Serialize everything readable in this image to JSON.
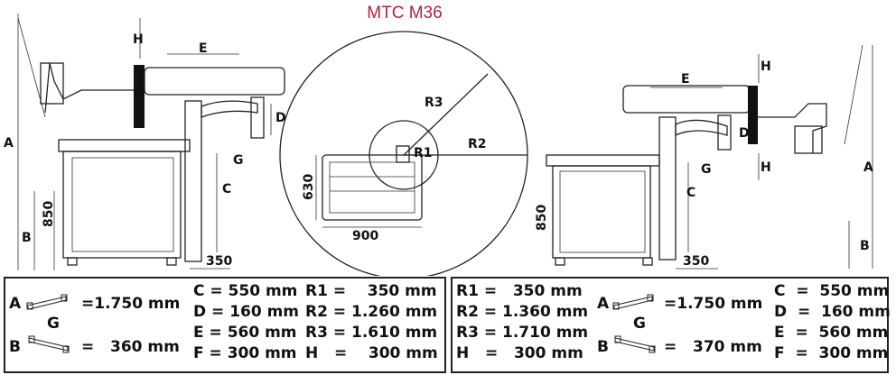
{
  "title": "MTC M36",
  "left_view": {
    "A": "A",
    "B": "B",
    "C": "C",
    "D": "D",
    "E": "E",
    "G": "G",
    "H": "H",
    "height": "850",
    "offset": "350"
  },
  "top_view": {
    "R1": "R1",
    "R2": "R2",
    "R3": "R3",
    "depth": "630",
    "width": "900"
  },
  "right_view": {
    "A": "A",
    "B": "B",
    "C": "C",
    "D": "D",
    "E": "E",
    "G": "G",
    "H_top": "H",
    "H_bottom": "H",
    "height": "850",
    "offset": "350"
  },
  "left_specs": {
    "A_label": "A",
    "A_value": "=1.750 mm",
    "G_label": "G",
    "B_label": "B",
    "B_value": "=   360 mm",
    "rows": [
      "C = 550 mm",
      "D = 160 mm",
      "E = 560 mm",
      "F = 300 mm"
    ],
    "rrows": [
      "R1 =    350 mm",
      "R2 = 1.260 mm",
      "R3 = 1.610 mm",
      "H   =    300 mm"
    ]
  },
  "right_specs": {
    "rrows": [
      "R1 =   350 mm",
      "R2 = 1.360 mm",
      "R3 = 1.710 mm",
      "H   =   300 mm"
    ],
    "A_label": "A",
    "A_value": "=1.750 mm",
    "G_label": "G",
    "B_label": "B",
    "B_value": "=   370 mm",
    "rows": [
      "C  =  550 mm",
      "D  =  160 mm",
      "E  =  560 mm",
      "F  =  300 mm"
    ]
  }
}
